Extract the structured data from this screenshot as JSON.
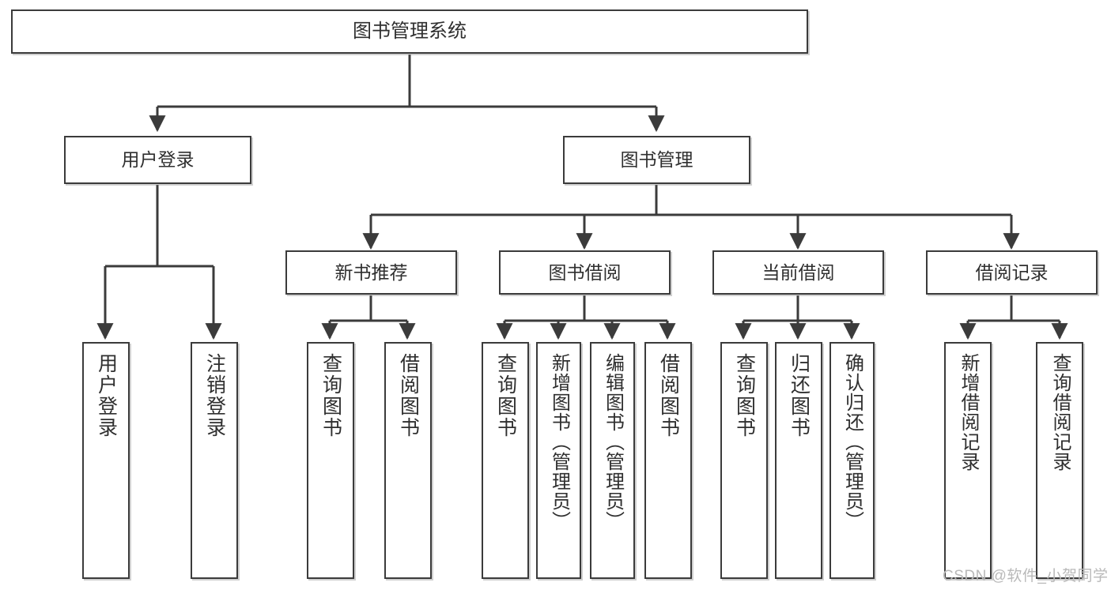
{
  "diagram": {
    "type": "tree",
    "title": "图书管理系统",
    "orientation": "top-down",
    "line_color": "#3b3b3b",
    "box_fill": "#ffffff",
    "text_color": "#2f2f2f",
    "levels": 4
  },
  "nodes": {
    "root": {
      "label": "图书管理系统"
    },
    "level2": [
      {
        "label": "用户登录"
      },
      {
        "label": "图书管理"
      }
    ],
    "level3": [
      {
        "label": "新书推荐"
      },
      {
        "label": "图书借阅"
      },
      {
        "label": "当前借阅"
      },
      {
        "label": "借阅记录"
      }
    ],
    "leaves": {
      "user_login": [
        {
          "label": "用户登录"
        },
        {
          "label": "注销登录"
        }
      ],
      "new_book_recommend": [
        {
          "label": "查询图书"
        },
        {
          "label": "借阅图书"
        }
      ],
      "book_borrow": [
        {
          "label": "查询图书"
        },
        {
          "label": "新增图书（管理员）"
        },
        {
          "label": "编辑图书（管理员）"
        },
        {
          "label": "借阅图书"
        }
      ],
      "current_borrow": [
        {
          "label": "查询图书"
        },
        {
          "label": "归还图书"
        },
        {
          "label": "确认归还（管理员）"
        }
      ],
      "borrow_record": [
        {
          "label": "新增借阅记录"
        },
        {
          "label": "查询借阅记录"
        }
      ]
    }
  },
  "watermark": {
    "text": "CSDN @软件_小贺同学"
  }
}
